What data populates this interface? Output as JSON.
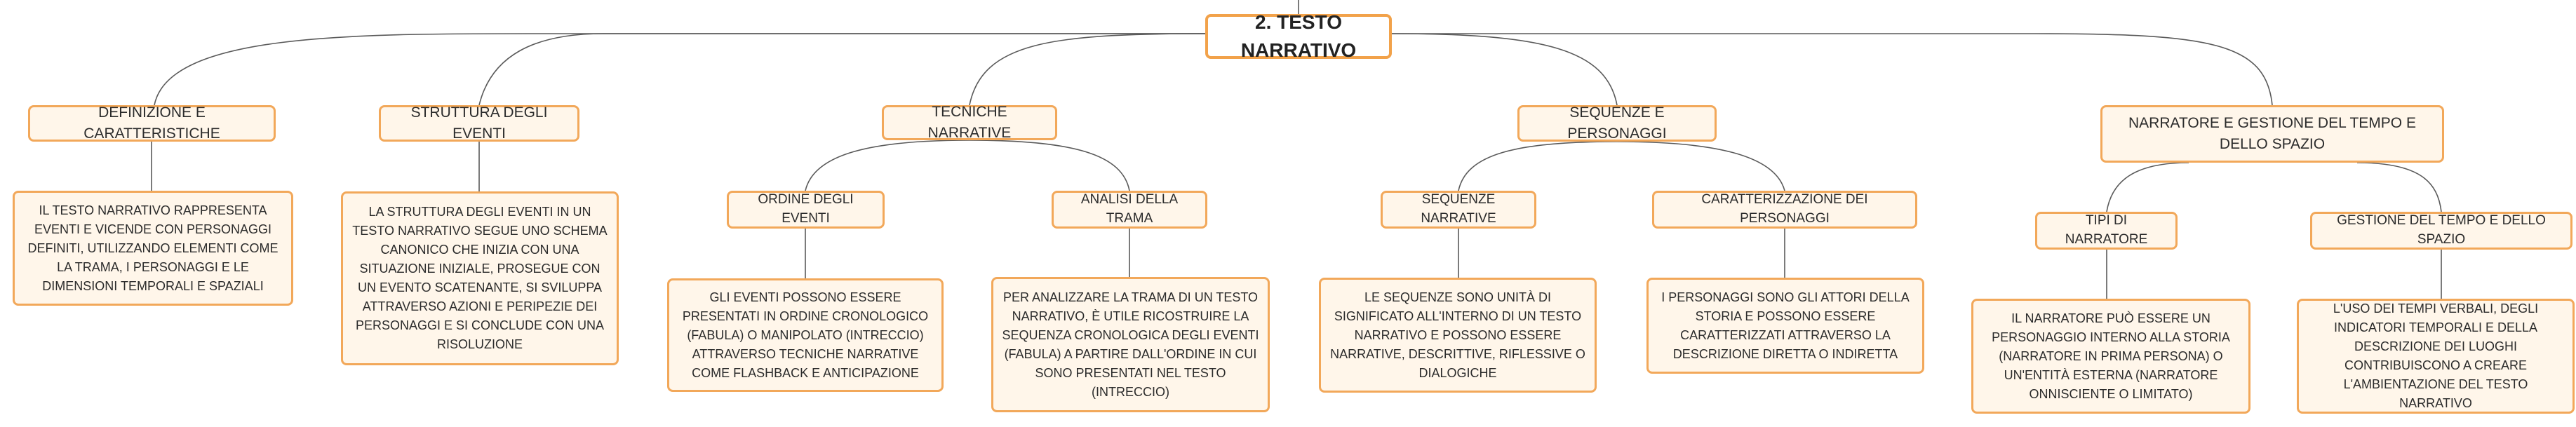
{
  "root": {
    "label": "2. TESTO NARRATIVO"
  },
  "categories": [
    {
      "label": "DEFINIZIONE E CARATTERISTICHE",
      "desc": "IL TESTO NARRATIVO RAPPRESENTA EVENTI E VICENDE CON PERSONAGGI DEFINITI, UTILIZZANDO ELEMENTI COME LA TRAMA, I PERSONAGGI E LE DIMENSIONI TEMPORALI E SPAZIALI"
    },
    {
      "label": "STRUTTURA DEGLI EVENTI",
      "desc": "LA STRUTTURA DEGLI EVENTI IN UN TESTO NARRATIVO SEGUE UNO SCHEMA CANONICO CHE INIZIA CON UNA SITUAZIONE INIZIALE, PROSEGUE CON UN EVENTO SCATENANTE, SI SVILUPPA ATTRAVERSO AZIONI E PERIPEZIE DEI PERSONAGGI E SI CONCLUDE CON UNA RISOLUZIONE"
    },
    {
      "label": "TECNICHE NARRATIVE",
      "children": [
        {
          "label": "ORDINE DEGLI EVENTI",
          "desc": "GLI EVENTI POSSONO ESSERE PRESENTATI IN ORDINE CRONOLOGICO (FABULA) O MANIPOLATO (INTRECCIO) ATTRAVERSO TECNICHE NARRATIVE COME FLASHBACK E ANTICIPAZIONE"
        },
        {
          "label": "ANALISI DELLA TRAMA",
          "desc": "PER ANALIZZARE LA TRAMA DI UN TESTO NARRATIVO, È UTILE RICOSTRUIRE LA SEQUENZA CRONOLOGICA DEGLI EVENTI (FABULA) A PARTIRE DALL'ORDINE IN CUI SONO PRESENTATI NEL TESTO (INTRECCIO)"
        }
      ]
    },
    {
      "label": "SEQUENZE E PERSONAGGI",
      "children": [
        {
          "label": "SEQUENZE NARRATIVE",
          "desc": "LE SEQUENZE SONO UNITÀ DI SIGNIFICATO ALL'INTERNO DI UN TESTO NARRATIVO E POSSONO ESSERE NARRATIVE, DESCRITTIVE, RIFLESSIVE O DIALOGICHE"
        },
        {
          "label": "CARATTERIZZAZIONE DEI PERSONAGGI",
          "desc": "I PERSONAGGI SONO GLI ATTORI DELLA STORIA E POSSONO ESSERE CARATTERIZZATI ATTRAVERSO LA DESCRIZIONE DIRETTA O INDIRETTA"
        }
      ]
    },
    {
      "label": "NARRATORE E GESTIONE DEL TEMPO E DELLO SPAZIO",
      "children": [
        {
          "label": "TIPI DI NARRATORE",
          "desc": "IL NARRATORE PUÒ ESSERE UN PERSONAGGIO INTERNO ALLA STORIA (NARRATORE IN PRIMA PERSONA) O UN'ENTITÀ ESTERNA (NARRATORE ONNISCIENTE O LIMITATO)"
        },
        {
          "label": "GESTIONE DEL TEMPO E DELLO SPAZIO",
          "desc": "L'USO DEI TEMPI VERBALI, DEGLI INDICATORI TEMPORALI E DELLA DESCRIZIONE DEI LUOGHI CONTRIBUISCONO A CREARE L'AMBIENTAZIONE DEL TESTO NARRATIVO"
        }
      ]
    }
  ]
}
